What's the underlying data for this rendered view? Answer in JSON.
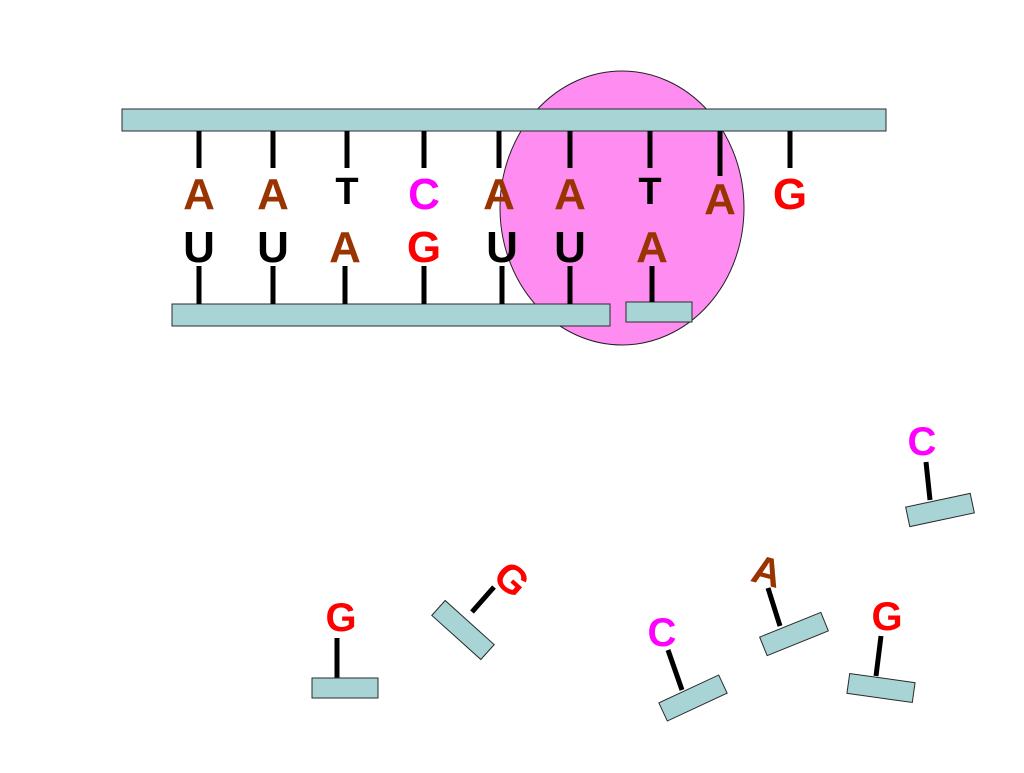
{
  "colors": {
    "backbone": "#a9d4d6",
    "backbone_stroke": "#2a2a2a",
    "polymerase": "#ff8cf0",
    "base_A": "#993300",
    "base_T": "#000000",
    "base_C": "#ff00ff",
    "base_G": "#ff0000",
    "base_U": "#000000"
  },
  "dna_template": {
    "bases": [
      "A",
      "A",
      "T",
      "C",
      "A",
      "A",
      "T",
      "A",
      "G"
    ]
  },
  "rna_strand": {
    "bases": [
      "U",
      "U",
      "A",
      "G",
      "U",
      "U",
      "A"
    ]
  },
  "free_nucleotides": [
    {
      "id": "c1",
      "base": "C"
    },
    {
      "id": "g1",
      "base": "G"
    },
    {
      "id": "g2",
      "base": "G"
    },
    {
      "id": "c2",
      "base": "C"
    },
    {
      "id": "a1",
      "base": "A"
    },
    {
      "id": "g3",
      "base": "G"
    }
  ]
}
